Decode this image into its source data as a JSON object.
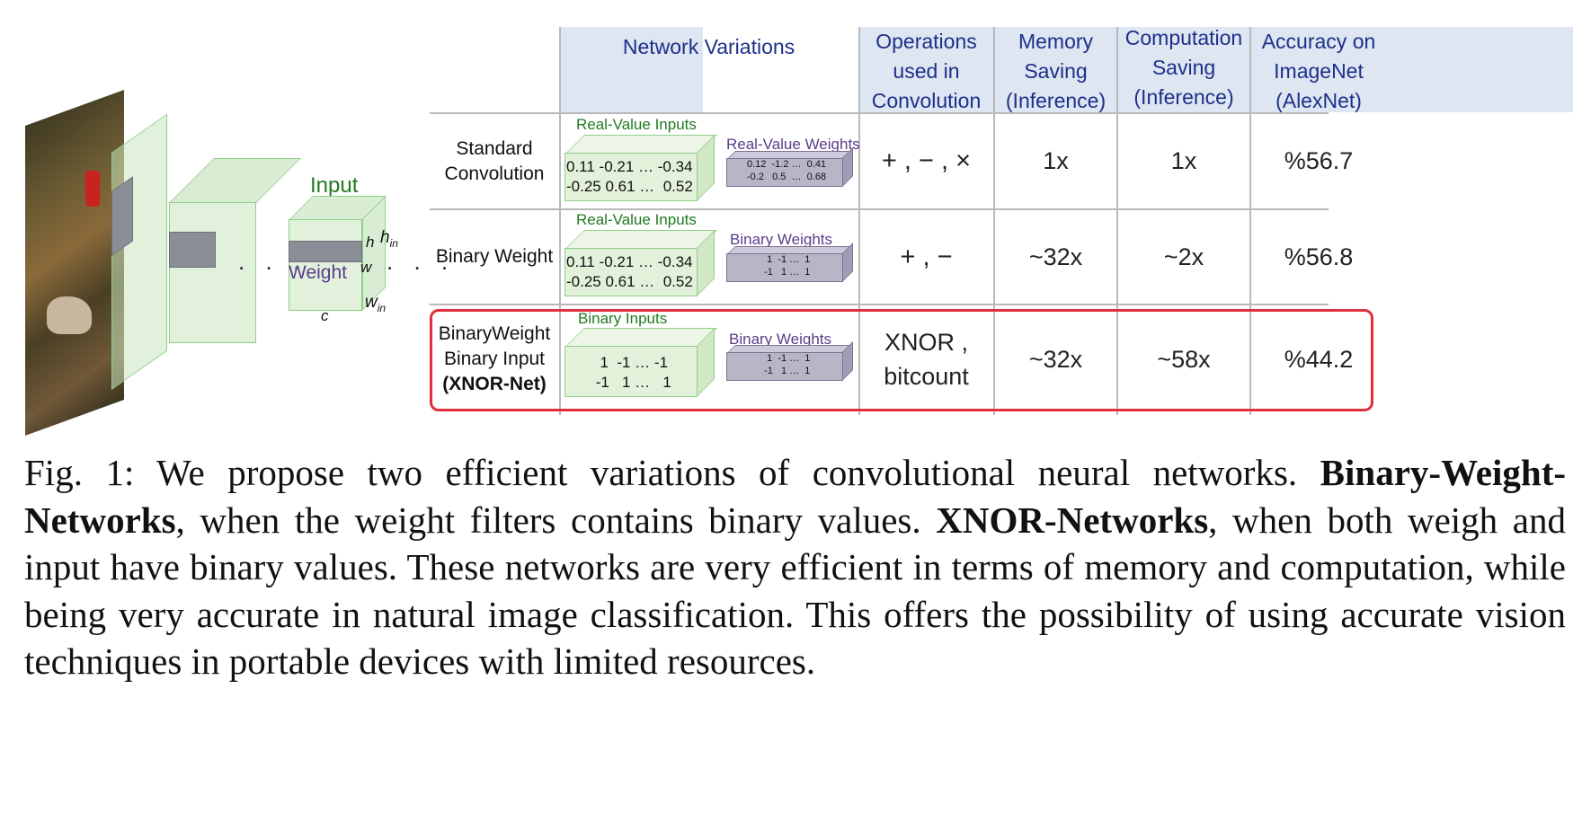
{
  "diagram": {
    "input_label": "Input",
    "weight_label": "Weight",
    "dims": {
      "h": "h",
      "h_in": "h",
      "h_in_sub": "in",
      "w": "w",
      "w_in": "w",
      "w_in_sub": "in",
      "c": "c"
    },
    "dots": ". . ."
  },
  "table": {
    "headers": {
      "network_variations": "Network Variations",
      "operations": [
        "Operations",
        "used in",
        "Convolution"
      ],
      "memory": [
        "Memory",
        "Saving",
        "(Inference)"
      ],
      "computation": [
        "Computation",
        "Saving",
        "(Inference)"
      ],
      "accuracy": [
        "Accuracy on",
        "ImageNet",
        "(AlexNet)"
      ]
    },
    "rows": [
      {
        "name": [
          "Standard",
          "Convolution"
        ],
        "inputs_label": "Real-Value Inputs",
        "inputs_matrix": "0.11 -0.21 … -0.34\n-0.25 0.61 …  0.52",
        "weights_label": "Real-Value Weights",
        "weights_matrix": "0.12  -1.2 …  0.41\n-0.2   0.5  …  0.68",
        "operations": "+ , − , ×",
        "memory": "1x",
        "computation": "1x",
        "accuracy": "%56.7"
      },
      {
        "name": [
          "Binary Weight"
        ],
        "inputs_label": "Real-Value Inputs",
        "inputs_matrix": "0.11 -0.21 … -0.34\n-0.25 0.61 …  0.52",
        "weights_label": "Binary Weights",
        "weights_matrix": "  1  -1 …  1\n -1   1 …  1",
        "operations": "+ , −",
        "memory": "~32x",
        "computation": "~2x",
        "accuracy": "%56.8"
      },
      {
        "name": [
          "BinaryWeight",
          "Binary Input",
          "(XNOR-Net)"
        ],
        "inputs_label": "Binary Inputs",
        "inputs_matrix": "  1  -1 … -1\n -1   1 …   1",
        "weights_label": "Binary Weights",
        "weights_matrix": "  1  -1 …  1\n -1   1 …  1",
        "operations": [
          "XNOR ,",
          "bitcount"
        ],
        "memory": "~32x",
        "computation": "~58x",
        "accuracy": "%44.2"
      }
    ],
    "highlight_color": "#e0303c",
    "header_bg": "#dde6f1"
  },
  "caption": {
    "prefix": "Fig. 1: We propose two efficient variations of convolutional neural networks. ",
    "bold1": "Binary-Weight-Networks",
    "mid1": ", when the weight filters contains binary values. ",
    "bold2": "XNOR-Networks",
    "rest": ", when both weigh and input have binary values. These networks are very efficient in terms of memory and computation, while being very accurate in natural image classification. This offers the possibility of using accurate vision techniques in portable devices with limited resources."
  }
}
